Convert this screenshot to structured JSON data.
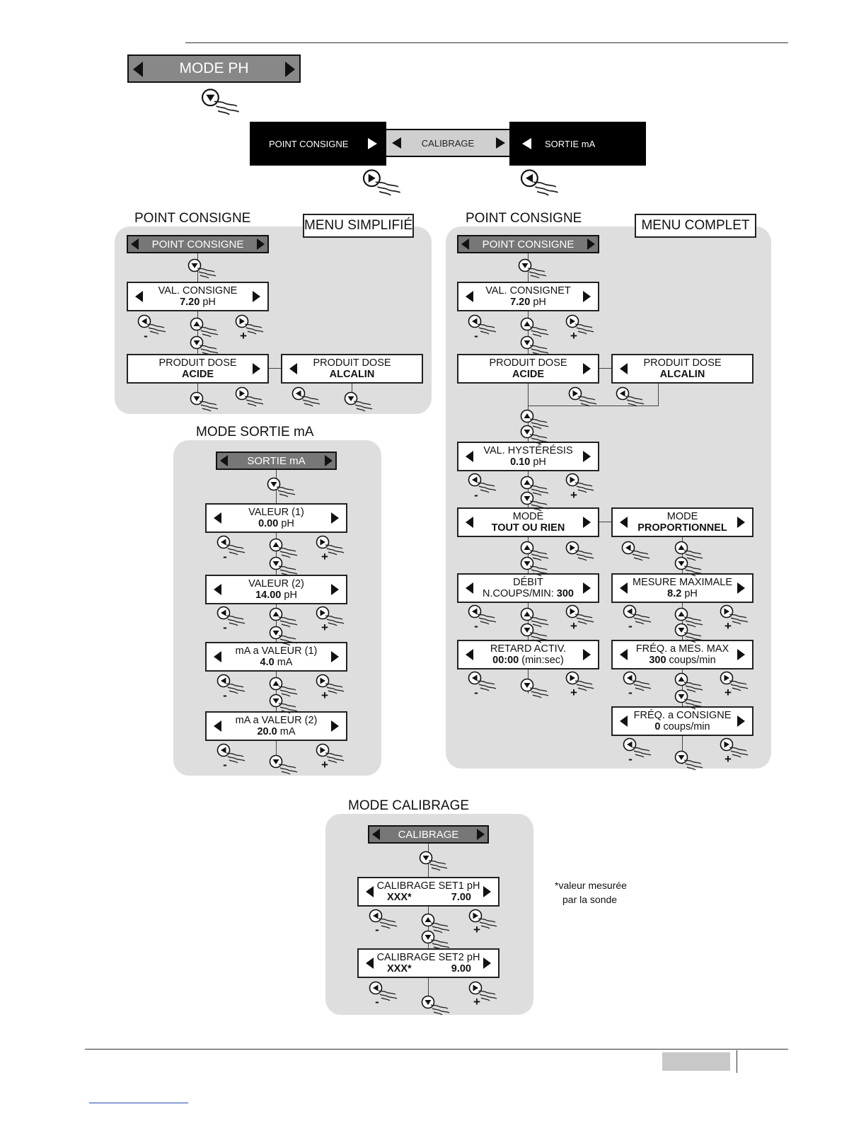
{
  "top": {
    "mode_ph": "MODE PH",
    "menu_point_consigne": "POINT CONSIGNE",
    "menu_calibrage": "CALIBRAGE",
    "menu_sortie_ma": "SORTIE mA"
  },
  "simplifie": {
    "title": "POINT CONSIGNE",
    "tag": "MENU SIMPLIFIÉ",
    "head": "POINT CONSIGNE",
    "val_line1": "VAL. CONSIGNE",
    "val_line2_bold": "7.20",
    "val_line2_rest": " pH",
    "prod_acide_1": "PRODUIT DOSE",
    "prod_acide_2": "ACIDE",
    "prod_alcalin_1": "PRODUIT DOSE",
    "prod_alcalin_2": "ALCALIN",
    "minus": "-",
    "plus": "+"
  },
  "complet": {
    "title": "POINT CONSIGNE",
    "tag": "MENU COMPLET",
    "head": "POINT CONSIGNE",
    "val_line1": "VAL. CONSIGNET",
    "val_line2_bold": "7.20",
    "val_line2_rest": " pH",
    "prod_acide_1": "PRODUIT DOSE",
    "prod_acide_2": "ACIDE",
    "prod_alcalin_1": "PRODUIT DOSE",
    "prod_alcalin_2": "ALCALIN",
    "hyst_1": "VAL. HYSTÉRÉSIS",
    "hyst_2_bold": "0.10",
    "hyst_2_rest": " pH",
    "mode_tor_1": "MODE",
    "mode_tor_2": "TOUT OU RIEN",
    "mode_prop_1": "MODE",
    "mode_prop_2": "PROPORTIONNEL",
    "debit_1": "DÉBIT",
    "debit_2_rest": "N.COUPS/MIN: ",
    "debit_2_bold": "300",
    "mesmax_1": "MESURE MAXIMALE",
    "mesmax_2_bold": "8.2",
    "mesmax_2_rest": " pH",
    "retard_1": "RETARD ACTIV.",
    "retard_2_bold": "00:00",
    "retard_2_rest": " (min:sec)",
    "freqmax_1": "FRÉQ. a MES. MAX",
    "freqmax_2_bold": "300",
    "freqmax_2_rest": " coups/min",
    "freqcons_1": "FRÉQ. a CONSIGNE",
    "freqcons_2_bold": "0",
    "freqcons_2_rest": " coups/min",
    "minus": "-",
    "plus": "+"
  },
  "sortie": {
    "title": "MODE SORTIE mA",
    "head": "SORTIE mA",
    "v1_1": "VALEUR (1)",
    "v1_2_bold": "0.00",
    "v1_2_rest": " pH",
    "v2_1": "VALEUR (2)",
    "v2_2_bold": "14.00",
    "v2_2_rest": " pH",
    "ma1_1": "mA a VALEUR (1)",
    "ma1_2_bold": "4.0",
    "ma1_2_rest": " mA",
    "ma2_1": "mA a VALEUR (2)",
    "ma2_2_bold": "20.0",
    "ma2_2_rest": " mA",
    "minus": "-",
    "plus": "+"
  },
  "calibrage": {
    "title": "MODE CALIBRAGE",
    "head": "CALIBRAGE",
    "set1_1": "CALIBRAGE SET1 pH",
    "set1_2a": "XXX*",
    "set1_2b": "7.00",
    "set2_1": "CALIBRAGE SET2 pH",
    "set2_2a": "XXX*",
    "set2_2b": "9.00",
    "minus": "-",
    "plus": "+"
  },
  "note": {
    "line1": "*valeur mesurée",
    "line2": "par la sonde"
  }
}
